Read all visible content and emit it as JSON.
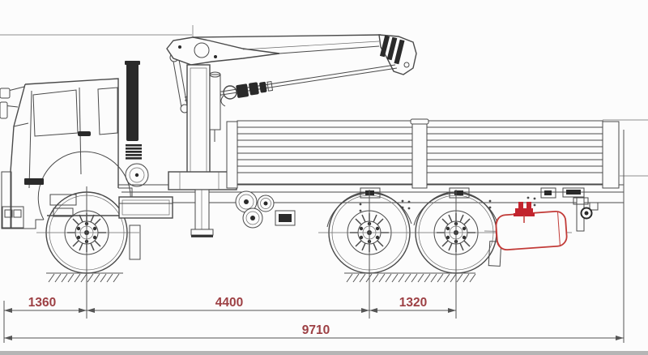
{
  "meta": {
    "type": "technical-drawing",
    "subject": "flatbed truck with loader crane, side elevation"
  },
  "colors": {
    "background": "#fcfcfc",
    "linework": "#4a4a4a",
    "dimension_text": "#9d4044",
    "highlight_red": "#c2242e"
  },
  "drawing_parts": [
    "cab",
    "crane-boom",
    "crane-column",
    "outrigger-leg",
    "cargo-bed",
    "chassis-frame",
    "front-wheel",
    "rear-wheel-1",
    "rear-wheel-2",
    "fuel-tank-highlight",
    "tow-hitch",
    "exhaust-stack",
    "ground-hatching"
  ],
  "dimensions": {
    "front_overhang": {
      "label": "1360"
    },
    "wheelbase": {
      "label": "4400"
    },
    "tandem_spacing": {
      "label": "1320"
    },
    "overall_length": {
      "label": "9710"
    }
  }
}
